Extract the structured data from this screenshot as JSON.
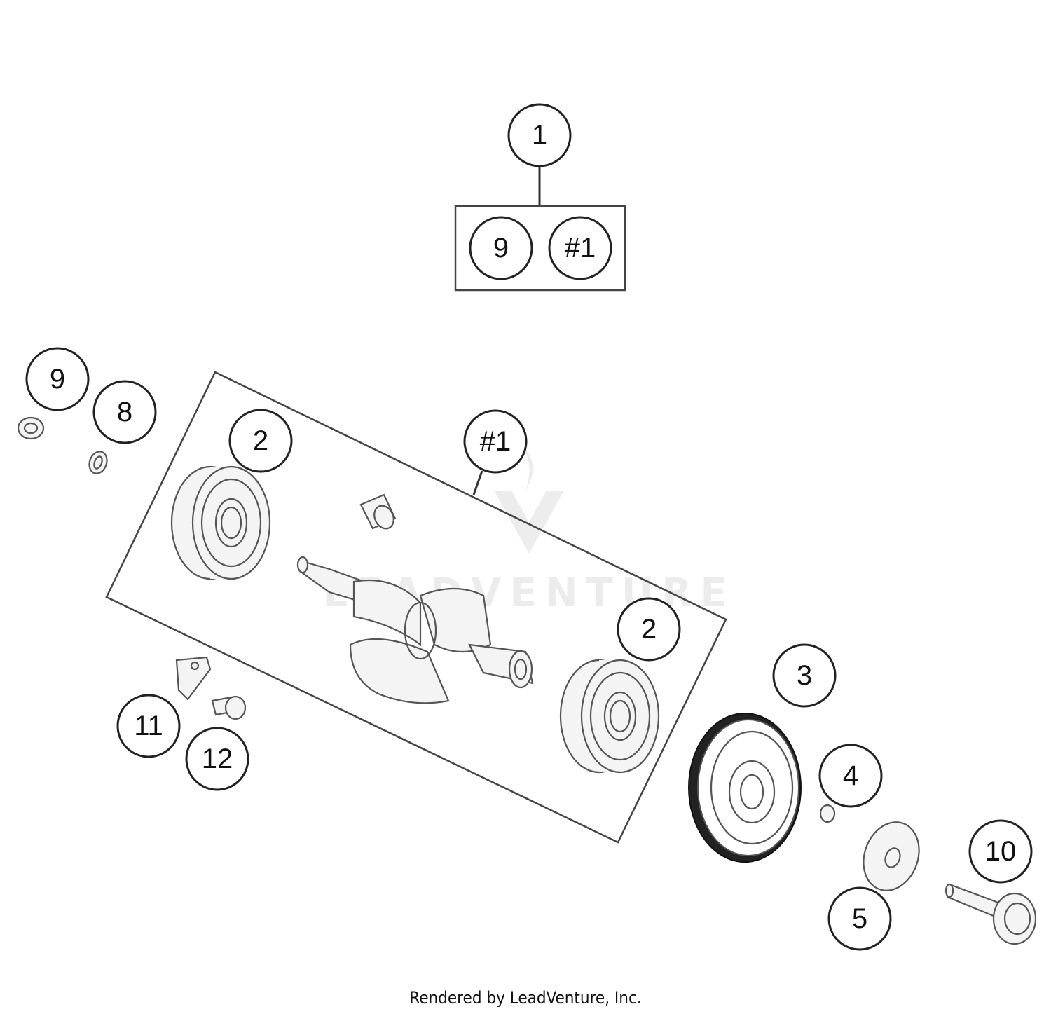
{
  "diagram": {
    "callouts": {
      "c1_top": "1",
      "c9_box": "9",
      "c_hash1_box": "#1",
      "c9_left": "9",
      "c8": "8",
      "c2_left": "2",
      "c_hash1_frame": "#1",
      "c2_right": "2",
      "c3": "3",
      "c4": "4",
      "c5": "5",
      "c10": "10",
      "c11": "11",
      "c12": "12"
    },
    "watermark": "LEADVENTURE",
    "footer": "Rendered by LeadVenture, Inc."
  }
}
